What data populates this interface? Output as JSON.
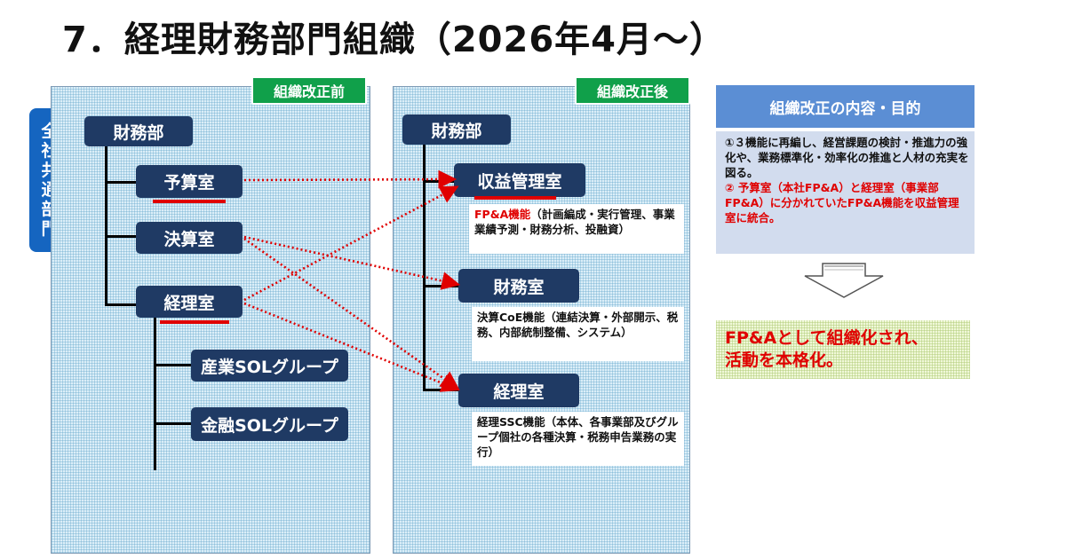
{
  "title": "7．経理財務部門組織（2026年4月～）",
  "common_label": "全社共通部門",
  "before": {
    "tag": "組織改正前",
    "root": "財務部",
    "units": [
      "予算室",
      "決算室",
      "経理室"
    ],
    "groups": [
      "産業SOLグループ",
      "金融SOLグループ"
    ]
  },
  "after": {
    "tag": "組織改正後",
    "root": "財務部",
    "units": [
      {
        "name": "収益管理室",
        "desc_highlight": "FP&A機能",
        "desc": "（計画編成・実行管理、事業業績予測・財務分析、投融資）"
      },
      {
        "name": "財務室",
        "desc_highlight": "",
        "desc": "決算CoE機能（連結決算・外部開示、税務、内部統制整備、システム）"
      },
      {
        "name": "経理室",
        "desc_highlight": "",
        "desc": "経理SSC機能（本体、各事業部及びグループ個社の各種決算・税務申告業務の実行）"
      }
    ]
  },
  "purpose": {
    "header": "組織改正の内容・目的",
    "point1": "①３機能に再編し、経営課題の検討・推進力の強化や、業務標準化・効率化の推進と人材の充実を図る。",
    "point2": "② 予算室（本社FP&A）と経理室（事業部FP&A）に分かれていたFP&A機能を収益管理室に統合。"
  },
  "conclusion": [
    "FP&Aとして組織化され、",
    "活動を本格化。"
  ],
  "colors": {
    "box_dark": "#1f3a64",
    "box_blue": "#1565c0",
    "tag_green": "#10a04a",
    "accent_red": "#e00000",
    "header_blue": "#5b8ed4"
  },
  "icons": [
    "down-arrow-icon"
  ]
}
